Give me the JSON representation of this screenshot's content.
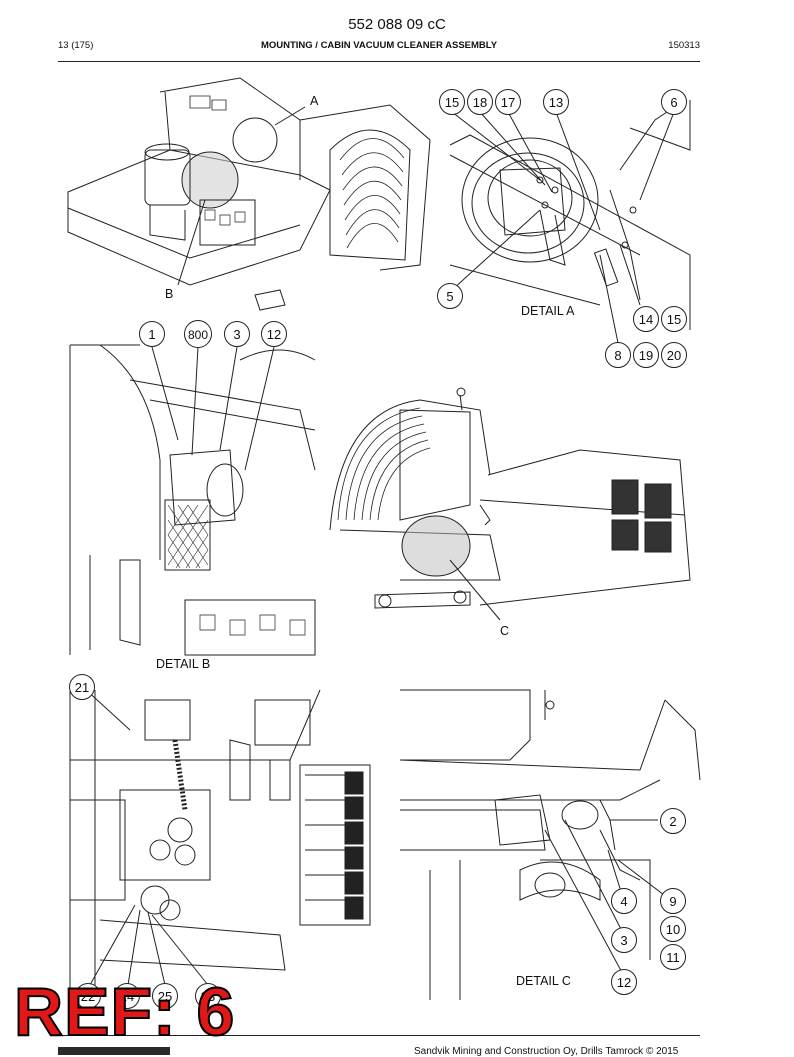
{
  "header": {
    "doc_number": "552 088 09 cC",
    "page": "13 (175)",
    "title": "MOUNTING / CABIN VACUUM CLEANER ASSEMBLY",
    "date": "150313"
  },
  "views": {
    "overview_top_left": {
      "labels": [
        "A",
        "B"
      ]
    },
    "detail_a": {
      "caption": "DETAIL A",
      "callouts": [
        "15",
        "18",
        "17",
        "13",
        "6",
        "5",
        "14",
        "15",
        "8",
        "19",
        "20"
      ]
    },
    "detail_b": {
      "caption": "DETAIL B",
      "callouts": [
        "1",
        "800",
        "3",
        "12"
      ]
    },
    "overview_right": {
      "labels": [
        "C"
      ]
    },
    "detail_bottom_left": {
      "callouts": [
        "21",
        "22",
        "24",
        "25",
        "23"
      ]
    },
    "detail_c": {
      "caption": "DETAIL C",
      "callouts": [
        "2",
        "4",
        "9",
        "3",
        "10",
        "11",
        "12"
      ]
    }
  },
  "stamp": {
    "text": "REF: 6",
    "color": "#e01818"
  },
  "footer": {
    "text": "Sandvik Mining and Construction Oy, Drills Tamrock © 2015"
  }
}
